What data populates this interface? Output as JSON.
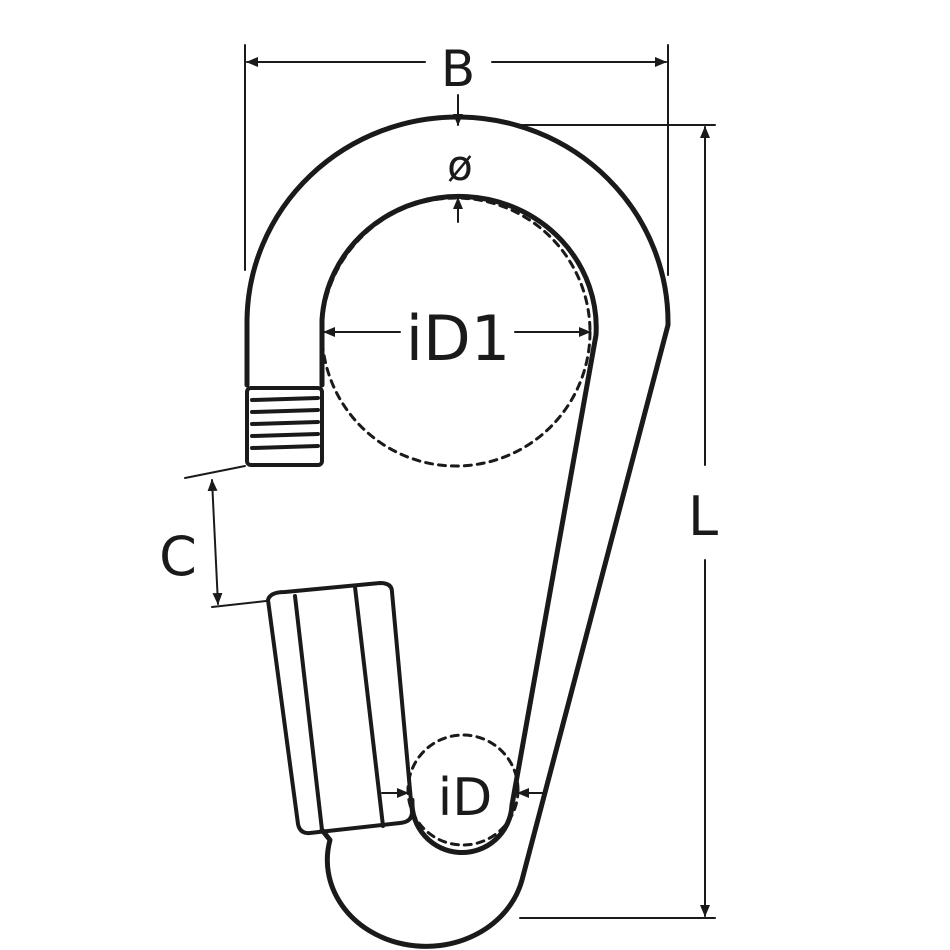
{
  "labels": {
    "width": "B",
    "wire_diameter": "ø",
    "inner_diameter_top": "iD1",
    "gap": "C",
    "length": "L",
    "inner_diameter_bottom": "iD"
  },
  "colors": {
    "line": "#1a1a1a",
    "background": "#ffffff"
  }
}
